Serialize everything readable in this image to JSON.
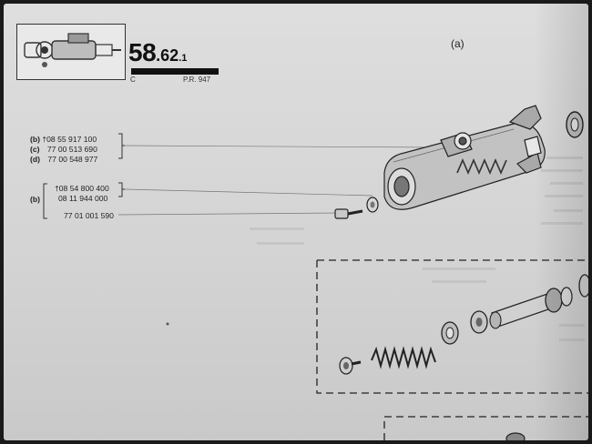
{
  "header": {
    "ref_main": "58",
    "ref_mid": ".62",
    "ref_sub": ".1",
    "code_c": "C",
    "code_pr": "P.R. 947",
    "figure_letter": "(a)"
  },
  "parts": [
    {
      "variant": "(b)",
      "number": "†08 55 917 100"
    },
    {
      "variant": "(c)",
      "number": "77 00 513 690"
    },
    {
      "variant": "(d)",
      "number": "77 00 548 977"
    },
    {
      "variant": "",
      "number": "†08 54 800 400"
    },
    {
      "variant": "",
      "number": "08 11 944 000"
    },
    {
      "variant": "",
      "number": "77 01 001 590"
    }
  ],
  "group_variant": "(b)",
  "icons": {
    "thumbnail": "master-cylinder-thumbnail-icon",
    "assembly": "master-cylinder-drawing",
    "exploded": "exploded-parts-drawing"
  }
}
